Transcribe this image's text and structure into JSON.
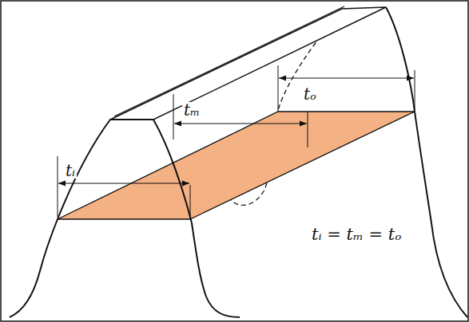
{
  "diagram": {
    "labels": [
      "tᵢ",
      "tₘ",
      "tₒ",
      "tᵢ = tₘ = tₒ"
    ]
  }
}
